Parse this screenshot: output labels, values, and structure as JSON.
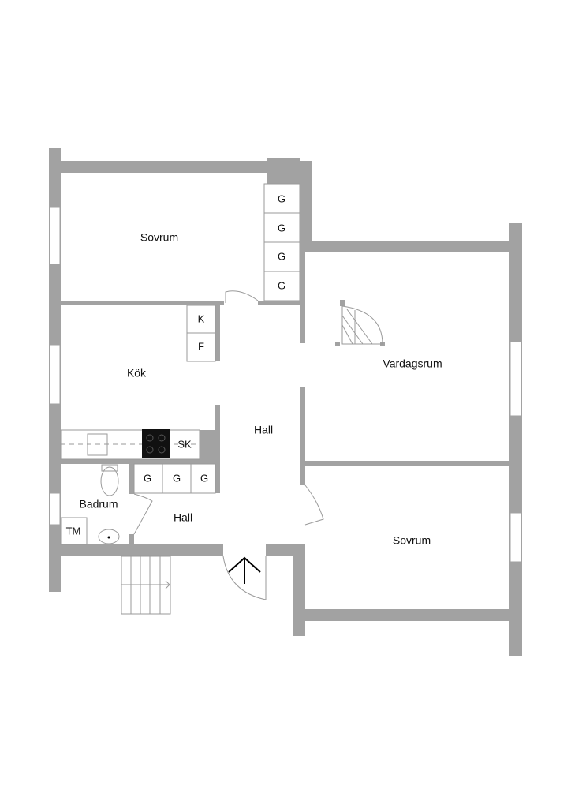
{
  "rooms": {
    "sovrum_top": "Sovrum",
    "kok": "Kök",
    "vardagsrum": "Vardagsrum",
    "hall_upper": "Hall",
    "hall_lower": "Hall",
    "badrum": "Badrum",
    "sovrum_bottom": "Sovrum"
  },
  "fixtures": {
    "wardrobe": "G",
    "fridge": "K",
    "freezer": "F",
    "cabinet": "SK",
    "washer": "TM"
  },
  "colors": {
    "wall": "#a2a2a2",
    "stove": "#111111"
  }
}
